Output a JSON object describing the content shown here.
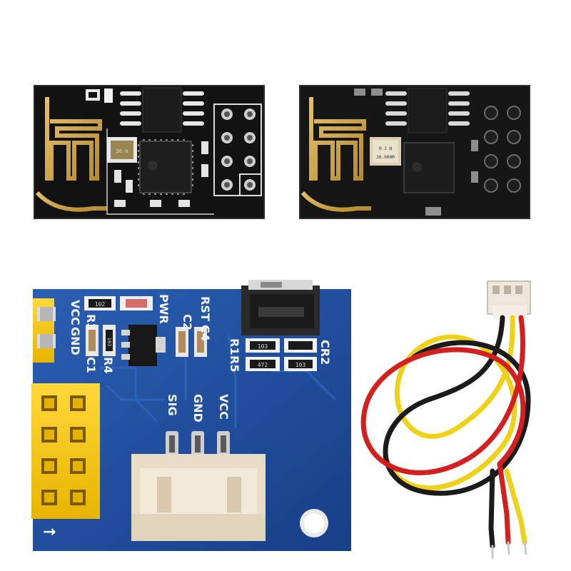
{
  "board": {
    "label_rst": "RST",
    "label_pwr": "PWR",
    "label_c4": "C4",
    "label_c2": "C2",
    "label_r1": "R1",
    "label_r5": "R5",
    "label_cr2": "CR2",
    "label_vcc_left": "VCC",
    "label_gnd_left": "GND",
    "label_r3": "R3",
    "label_r4": "R4",
    "label_c1": "C1",
    "label_sig": "SIG",
    "label_gnd": "GND",
    "label_vcc": "VCC",
    "arrow": "→",
    "resistor_code": "102",
    "r3_code": "103",
    "r1_code": "103",
    "r5_code": "472",
    "cr2_code": "103"
  },
  "module_a": {
    "crystal_mark": "26.0"
  },
  "module_b": {
    "crystal_mark": "26.000M",
    "crystal_mark_small": "R J N"
  },
  "colors": {
    "pcb_blue": "#1f4f9c",
    "pcb_black": "#141414",
    "header_yellow": "#f6c70c",
    "wire_red": "#d81e1e",
    "wire_black": "#1a1a1a",
    "wire_yellow": "#f2d21a",
    "connector_cream": "#efe2cf",
    "antenna_gold": "#c9a24c"
  }
}
